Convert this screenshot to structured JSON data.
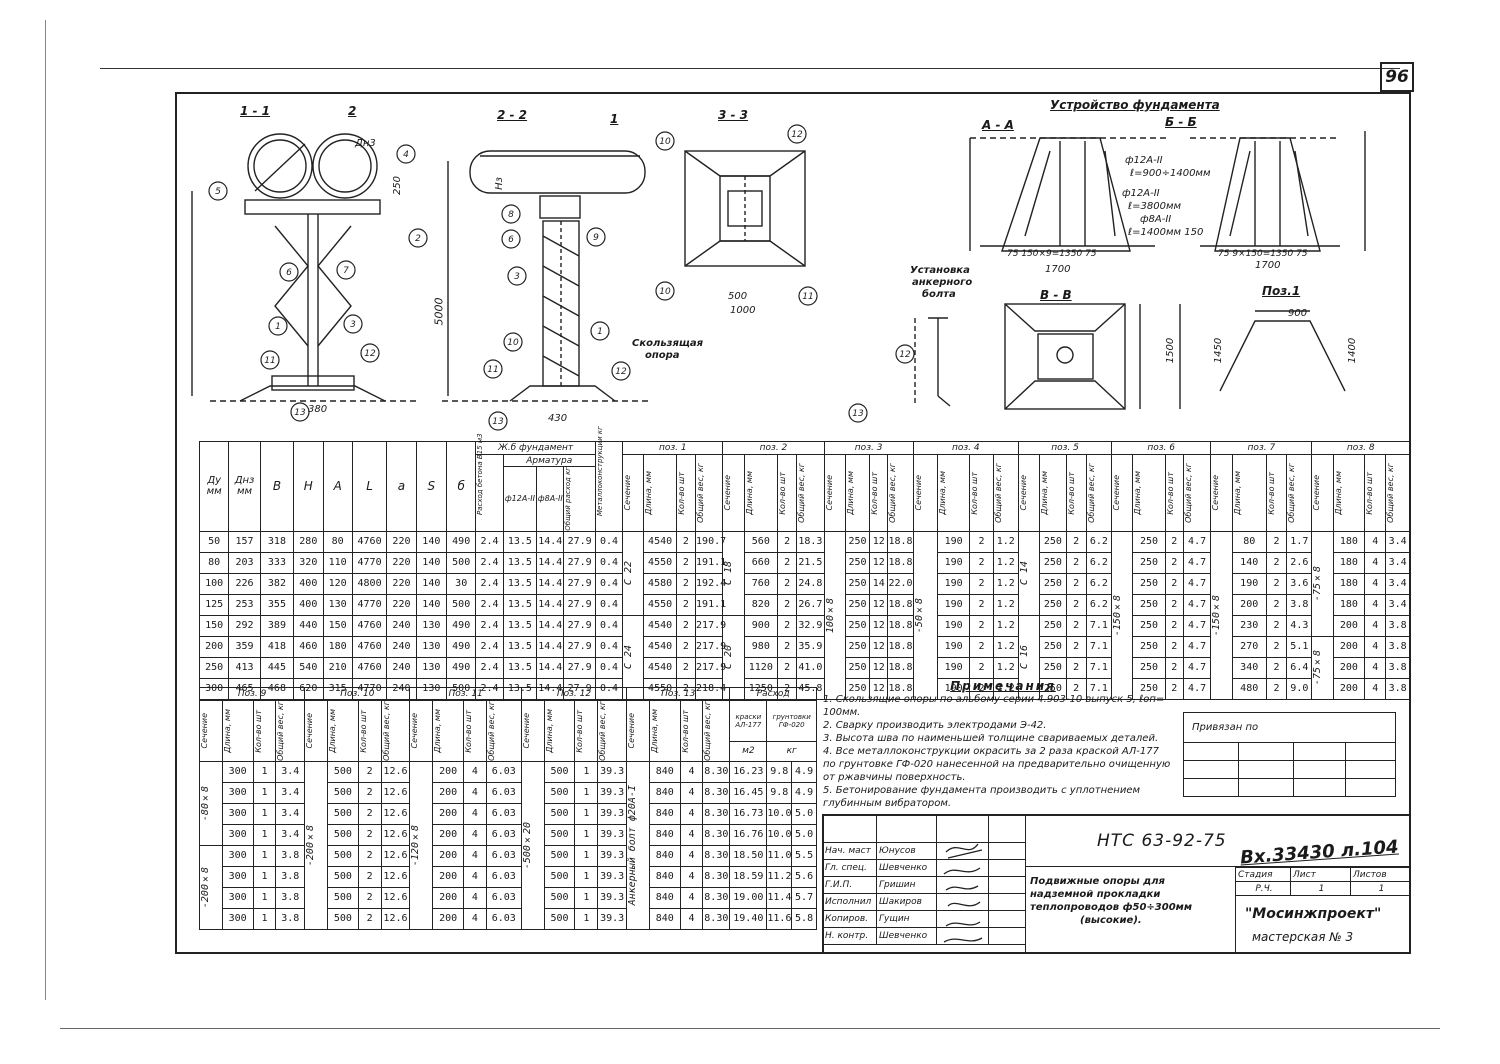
{
  "sheet": {
    "number": "96"
  },
  "views": {
    "v11": "1 - 1",
    "v2": "2",
    "v22": "2 - 2",
    "v1": "1",
    "v33": "3 - 3",
    "foundation_title": "Устройство фундамента",
    "aa": "А - А",
    "bb": "Б - Б",
    "anchor_title_1": "Установка",
    "anchor_title_2": "анкерного",
    "anchor_title_3": "болта",
    "vv": "В - В",
    "pos1": "Поз.1",
    "sliding_1": "Скользящая",
    "sliding_2": "опора"
  },
  "dims": {
    "d5000": "5000",
    "d250": "250",
    "d380": "380",
    "d430": "430",
    "d1000": "1000",
    "d500": "500",
    "d1700a": "1700",
    "d1700b": "1700",
    "d1500": "1500",
    "d900": "900",
    "d1450": "1450",
    "d1400": "1400",
    "rebar1": "ф12А-II",
    "rebar1b": "ℓ=900÷1400мм",
    "rebar2": "ф12А-II",
    "rebar2b": "ℓ=3800мм",
    "rebar3": "ф8А-II",
    "rebar3b": "ℓ=1400мм 150",
    "spacing1": "75   150×9=1350   75",
    "spacing2": "75   9×150=1350   75",
    "dnz": "Дн3",
    "hz": "Нз"
  },
  "main_table": {
    "header_foundation": "Ж.б фундамент",
    "header_armatura": "Арматура",
    "header_beton": "Расход бетона В15 м3",
    "header_a1": "ф12А-II",
    "header_a2": "ф8А-II",
    "header_total": "Общий расход кг",
    "header_metal": "Металлоконструкции кг",
    "cols": [
      "Ду мм",
      "Днз мм",
      "В",
      "Н",
      "А",
      "L",
      "a",
      "S",
      "б"
    ],
    "pos_headers": [
      "поз. 1",
      "поз. 2",
      "поз. 3",
      "поз. 4",
      "поз. 5",
      "поз. 6",
      "поз. 7",
      "поз. 8"
    ],
    "sub": [
      "Сечение",
      "Длина, мм",
      "Кол-во шт",
      "Общий вес, кг"
    ],
    "sub8": [
      "Сечение",
      "Длина, мм",
      "Кол-во шт",
      "Общий вес, кг"
    ],
    "sec_p1_a": "С 22",
    "sec_p1_b": "С 24",
    "sec_p2_a": "С 18",
    "sec_p2_b": "С 20",
    "sec_p3": "100×8",
    "sec_p4": "-50×8",
    "sec_p5_a": "С 14",
    "sec_p5_b": "С 16",
    "sec_p6": "-150×8",
    "sec_p7": "-150×8",
    "sec_p8_a": "-75×8",
    "sec_p8_b": "-75×8",
    "rows": [
      [
        "50",
        "157",
        "318",
        "280",
        "80",
        "4760",
        "220",
        "140",
        "490",
        "2.4",
        "13.5",
        "14.4",
        "27.9",
        "0.4",
        "4540",
        "2",
        "190.7",
        "560",
        "2",
        "18.3",
        "250",
        "12",
        "18.8",
        "190",
        "2",
        "1.2",
        "250",
        "2",
        "6.2",
        "250",
        "2",
        "4.7",
        "80",
        "2",
        "1.7",
        "180",
        "4",
        "3.4"
      ],
      [
        "80",
        "203",
        "333",
        "320",
        "110",
        "4770",
        "220",
        "140",
        "500",
        "2.4",
        "13.5",
        "14.4",
        "27.9",
        "0.4",
        "4550",
        "2",
        "191.1",
        "660",
        "2",
        "21.5",
        "250",
        "12",
        "18.8",
        "190",
        "2",
        "1.2",
        "250",
        "2",
        "6.2",
        "250",
        "2",
        "4.7",
        "140",
        "2",
        "2.6",
        "180",
        "4",
        "3.4"
      ],
      [
        "100",
        "226",
        "382",
        "400",
        "120",
        "4800",
        "220",
        "140",
        "30",
        "2.4",
        "13.5",
        "14.4",
        "27.9",
        "0.4",
        "4580",
        "2",
        "192.4",
        "760",
        "2",
        "24.8",
        "250",
        "14",
        "22.0",
        "190",
        "2",
        "1.2",
        "250",
        "2",
        "6.2",
        "250",
        "2",
        "4.7",
        "190",
        "2",
        "3.6",
        "180",
        "4",
        "3.4"
      ],
      [
        "125",
        "253",
        "355",
        "400",
        "130",
        "4770",
        "220",
        "140",
        "500",
        "2.4",
        "13.5",
        "14.4",
        "27.9",
        "0.4",
        "4550",
        "2",
        "191.1",
        "820",
        "2",
        "26.7",
        "250",
        "12",
        "18.8",
        "190",
        "2",
        "1.2",
        "250",
        "2",
        "6.2",
        "250",
        "2",
        "4.7",
        "200",
        "2",
        "3.8",
        "180",
        "4",
        "3.4"
      ],
      [
        "150",
        "292",
        "389",
        "440",
        "150",
        "4760",
        "240",
        "130",
        "490",
        "2.4",
        "13.5",
        "14.4",
        "27.9",
        "0.4",
        "4540",
        "2",
        "217.9",
        "900",
        "2",
        "32.9",
        "250",
        "12",
        "18.8",
        "190",
        "2",
        "1.2",
        "250",
        "2",
        "7.1",
        "250",
        "2",
        "4.7",
        "230",
        "2",
        "4.3",
        "200",
        "4",
        "3.8"
      ],
      [
        "200",
        "359",
        "418",
        "460",
        "180",
        "4760",
        "240",
        "130",
        "490",
        "2.4",
        "13.5",
        "14.4",
        "27.9",
        "0.4",
        "4540",
        "2",
        "217.9",
        "980",
        "2",
        "35.9",
        "250",
        "12",
        "18.8",
        "190",
        "2",
        "1.2",
        "250",
        "2",
        "7.1",
        "250",
        "2",
        "4.7",
        "270",
        "2",
        "5.1",
        "200",
        "4",
        "3.8"
      ],
      [
        "250",
        "413",
        "445",
        "540",
        "210",
        "4760",
        "240",
        "130",
        "490",
        "2.4",
        "13.5",
        "14.4",
        "27.9",
        "0.4",
        "4540",
        "2",
        "217.9",
        "1120",
        "2",
        "41.0",
        "250",
        "12",
        "18.8",
        "190",
        "2",
        "1.2",
        "250",
        "2",
        "7.1",
        "250",
        "2",
        "4.7",
        "340",
        "2",
        "6.4",
        "200",
        "4",
        "3.8"
      ],
      [
        "300",
        "465",
        "468",
        "620",
        "315",
        "4770",
        "240",
        "130",
        "500",
        "2.4",
        "13.5",
        "14.4",
        "27.9",
        "0.4",
        "4550",
        "2",
        "218.4",
        "1250",
        "2",
        "45.8",
        "250",
        "12",
        "18.8",
        "190",
        "2",
        "1.2",
        "250",
        "2",
        "7.1",
        "250",
        "2",
        "4.7",
        "480",
        "2",
        "9.0",
        "200",
        "4",
        "3.8"
      ]
    ]
  },
  "lower_table": {
    "pos_headers": [
      "Поз. 9",
      "Поз. 10",
      "Поз. 11",
      "Поз. 12",
      "Поз. 13"
    ],
    "rashod": "Расход",
    "kraski": "краски АЛ-177",
    "grunt": "грунтовки ГФ-020",
    "m2": "м2",
    "kg": "кг",
    "sub": [
      "Сечение",
      "Длина, мм",
      "Кол-во шт",
      "Общий вес, кг"
    ],
    "sec9_a": "-80×8",
    "sec9_b": "-200×8",
    "sec10": "-200×8",
    "sec11": "-120×8",
    "sec12": "-500×20",
    "sec13": "Анкерный болт ф20А-I",
    "rows": [
      [
        "300",
        "1",
        "3.4",
        "500",
        "2",
        "12.6",
        "200",
        "4",
        "6.03",
        "500",
        "1",
        "39.3",
        "840",
        "4",
        "8.30",
        "16.23",
        "9.8",
        "4.9"
      ],
      [
        "300",
        "1",
        "3.4",
        "500",
        "2",
        "12.6",
        "200",
        "4",
        "6.03",
        "500",
        "1",
        "39.3",
        "840",
        "4",
        "8.30",
        "16.45",
        "9.8",
        "4.9"
      ],
      [
        "300",
        "1",
        "3.4",
        "500",
        "2",
        "12.6",
        "200",
        "4",
        "6.03",
        "500",
        "1",
        "39.3",
        "840",
        "4",
        "8.30",
        "16.73",
        "10.0",
        "5.0"
      ],
      [
        "300",
        "1",
        "3.4",
        "500",
        "2",
        "12.6",
        "200",
        "4",
        "6.03",
        "500",
        "1",
        "39.3",
        "840",
        "4",
        "8.30",
        "16.76",
        "10.0",
        "5.0"
      ],
      [
        "300",
        "1",
        "3.8",
        "500",
        "2",
        "12.6",
        "200",
        "4",
        "6.03",
        "500",
        "1",
        "39.3",
        "840",
        "4",
        "8.30",
        "18.50",
        "11.0",
        "5.5"
      ],
      [
        "300",
        "1",
        "3.8",
        "500",
        "2",
        "12.6",
        "200",
        "4",
        "6.03",
        "500",
        "1",
        "39.3",
        "840",
        "4",
        "8.30",
        "18.59",
        "11.2",
        "5.6"
      ],
      [
        "300",
        "1",
        "3.8",
        "500",
        "2",
        "12.6",
        "200",
        "4",
        "6.03",
        "500",
        "1",
        "39.3",
        "840",
        "4",
        "8.30",
        "19.00",
        "11.4",
        "5.7"
      ],
      [
        "300",
        "1",
        "3.8",
        "500",
        "2",
        "12.6",
        "200",
        "4",
        "6.03",
        "500",
        "1",
        "39.3",
        "840",
        "4",
        "8.30",
        "19.40",
        "11.6",
        "5.8"
      ]
    ]
  },
  "notes": {
    "title": "Примечания",
    "items": [
      "1. Скользящие опоры по альбому серии 4.903-10 выпуск 5, ℓоп= 100мм.",
      "2. Сварку производить электродами Э-42.",
      "3. Высота шва по наименьшей толщине свариваемых деталей.",
      "4. Все металлоконструкции окрасить за 2 раза краской АЛ-177 по грунтовке ГФ-020 нанесенной на предварительно очищенную от ржавчины поверхность.",
      "5. Бетонирование фундамента производить с уплотнением глубинным вибратором."
    ]
  },
  "privyazan": "Привязан по",
  "title_block": {
    "code": "НТС 63-92-75",
    "inv": "Вх.33430 л.104",
    "roles": [
      "Нач. маст",
      "Гл. спец.",
      "Г.И.П.",
      "Исполнил",
      "Копиров.",
      "Н. контр."
    ],
    "names": [
      "Юнусов",
      "Шевченко",
      "Гришин",
      "Шакиров",
      "Гущин",
      "Шевченко"
    ],
    "description": [
      "Подвижные опоры для",
      "надземной прокладки",
      "теплопроводов ф50÷300мм",
      "(высокие)."
    ],
    "stadia_label": "Стадия",
    "list_label": "Лист",
    "lists_label": "Листов",
    "stadia": "Р.Ч.",
    "list": "1",
    "lists": "1",
    "org": "\"Мосинжпроект\"",
    "workshop": "мастерская № 3"
  }
}
